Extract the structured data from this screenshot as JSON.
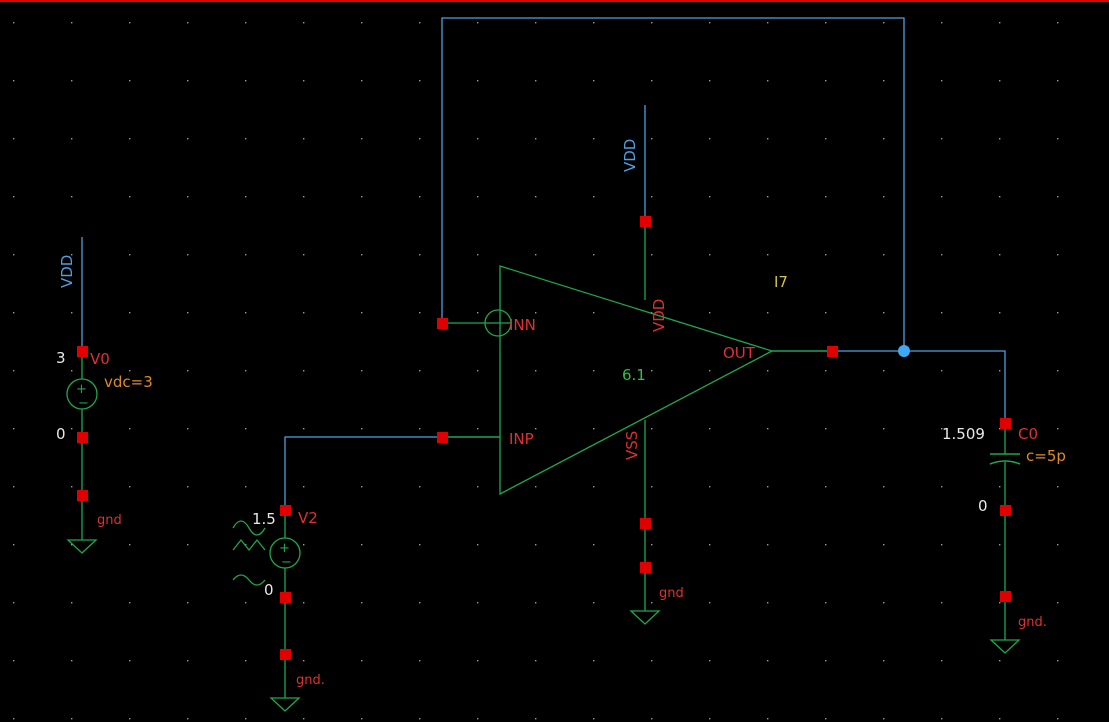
{
  "colors": {
    "background": "#000000",
    "wire": "#4f9fe0",
    "component": "#1fa84a",
    "pin": "#e00000",
    "label_red": "#e03030",
    "label_orange": "#e08a20",
    "label_yellow": "#d6c43a",
    "label_green": "#2fbf4a",
    "label_white": "#e8e8e8",
    "junction": "#3fa9f5",
    "top_border": "#e60000"
  },
  "opamp": {
    "instance": "I7",
    "output_voltage": "6.1",
    "pins": {
      "inn": "INN",
      "inp": "INP",
      "out": "OUT",
      "vdd": "VDD",
      "vss": "VSS"
    },
    "vdd_net": "VDD",
    "gnd_net": "gnd"
  },
  "v0": {
    "name": "V0",
    "param": "vdc=3",
    "top_voltage": "3",
    "bottom_voltage": "0",
    "net": "VDD",
    "gnd": "gnd"
  },
  "v2": {
    "name": "V2",
    "top_voltage": "1.5",
    "bottom_voltage": "0",
    "gnd": "gnd."
  },
  "c0": {
    "name": "C0",
    "param": "c=5p",
    "top_voltage": "1.509",
    "bottom_voltage": "0",
    "gnd": "gnd."
  }
}
